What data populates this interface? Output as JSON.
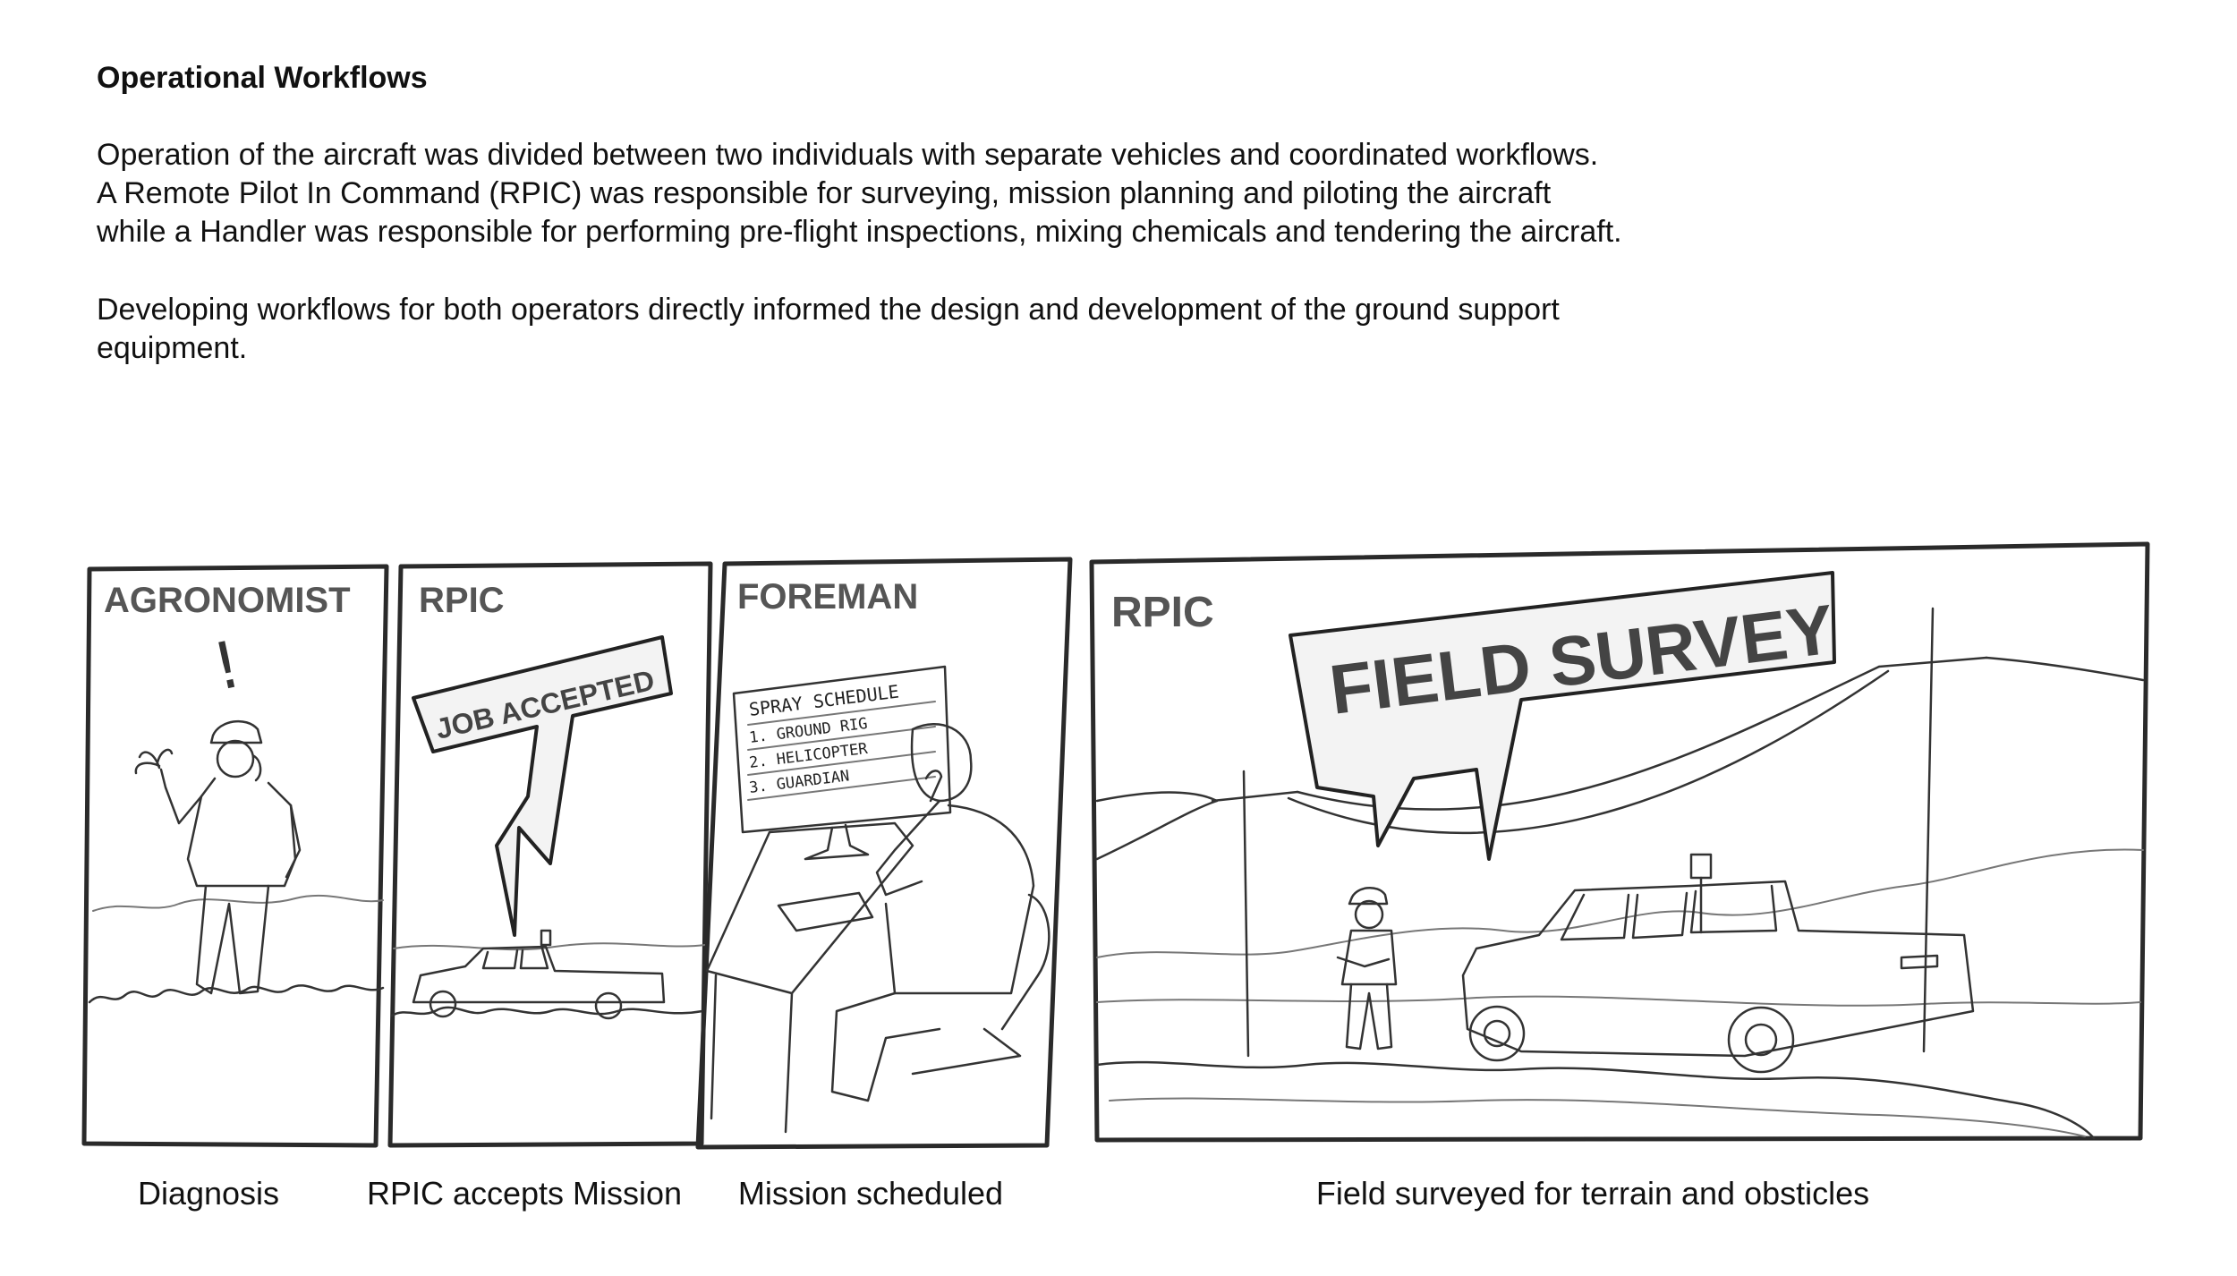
{
  "section": {
    "heading": "Operational Workflows",
    "paragraph1": [
      "Operation of the aircraft was divided between two individuals with separate vehicles and coordinated workflows.",
      "A Remote Pilot In Command (RPIC) was responsible for surveying, mission planning and piloting the aircraft",
      "while a Handler was responsible for performing pre-flight inspections, mixing chemicals and tendering the aircraft."
    ],
    "paragraph2": [
      "Developing workflows for both operators directly informed the design and development of the ground support",
      "equipment."
    ]
  },
  "storyboard": {
    "panels": [
      {
        "title": "AGRONOMIST",
        "exclamation": "!",
        "caption": "Diagnosis"
      },
      {
        "title": "RPIC",
        "speech_bubble": "JOB ACCEPTED",
        "caption": "RPIC accepts Mission"
      },
      {
        "title": "FOREMAN",
        "screen": {
          "title": "SPRAY SCHEDULE",
          "items": [
            "1. GROUND RIG",
            "2. HELICOPTER",
            "3. GUARDIAN"
          ]
        },
        "caption": "Mission scheduled"
      },
      {
        "title": "RPIC",
        "speech_bubble": "FIELD SURVEY",
        "caption": "Field surveyed for terrain and obsticles"
      }
    ],
    "colors": {
      "ink": "#222222",
      "title_gray": "#555555",
      "bubble_fill": "#f3f3f3"
    }
  }
}
